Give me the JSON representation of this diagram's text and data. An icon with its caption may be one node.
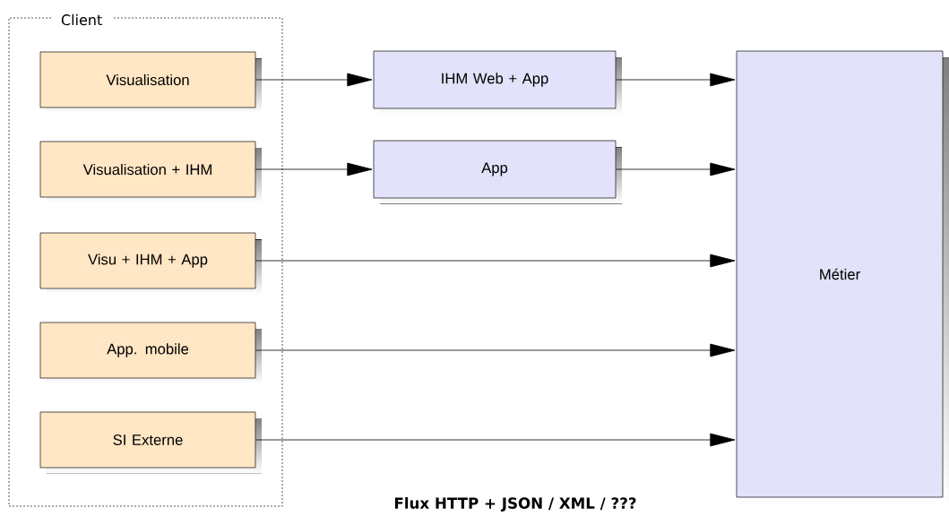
{
  "diagram": {
    "caption": "Flux HTTP + JSON / XML / ???",
    "nodes": [
      {
        "text": [
          "Client"
        ]
      },
      {
        "text": [
          "Visualisation"
        ],
        "in": 0
      },
      {
        "text": [
          "Visualisation + IHM"
        ],
        "in": 0
      },
      {
        "text": [
          "Visu + IHM + App"
        ],
        "in": 0
      },
      {
        "text": [
          "App. mobile"
        ],
        "in": 0
      },
      {
        "text": [
          "SI Externe"
        ],
        "in": 0
      },
      {
        "text": [
          "IHM Web + App"
        ]
      },
      {
        "text": [
          "App"
        ]
      },
      {
        "text": [
          "Métier"
        ]
      }
    ],
    "edges": [
      {
        "from": 1,
        "to": 6,
        "arrow": "to"
      },
      {
        "from": 6,
        "to": 8,
        "arrow": "to"
      },
      {
        "from": 2,
        "to": 7,
        "arrow": "to"
      },
      {
        "from": 7,
        "to": 8,
        "arrow": "to"
      },
      {
        "from": 3,
        "to": 8,
        "arrow": "to"
      },
      {
        "from": 4,
        "to": 8,
        "arrow": "to"
      },
      {
        "from": 5,
        "to": 8,
        "arrow": "to"
      }
    ]
  }
}
